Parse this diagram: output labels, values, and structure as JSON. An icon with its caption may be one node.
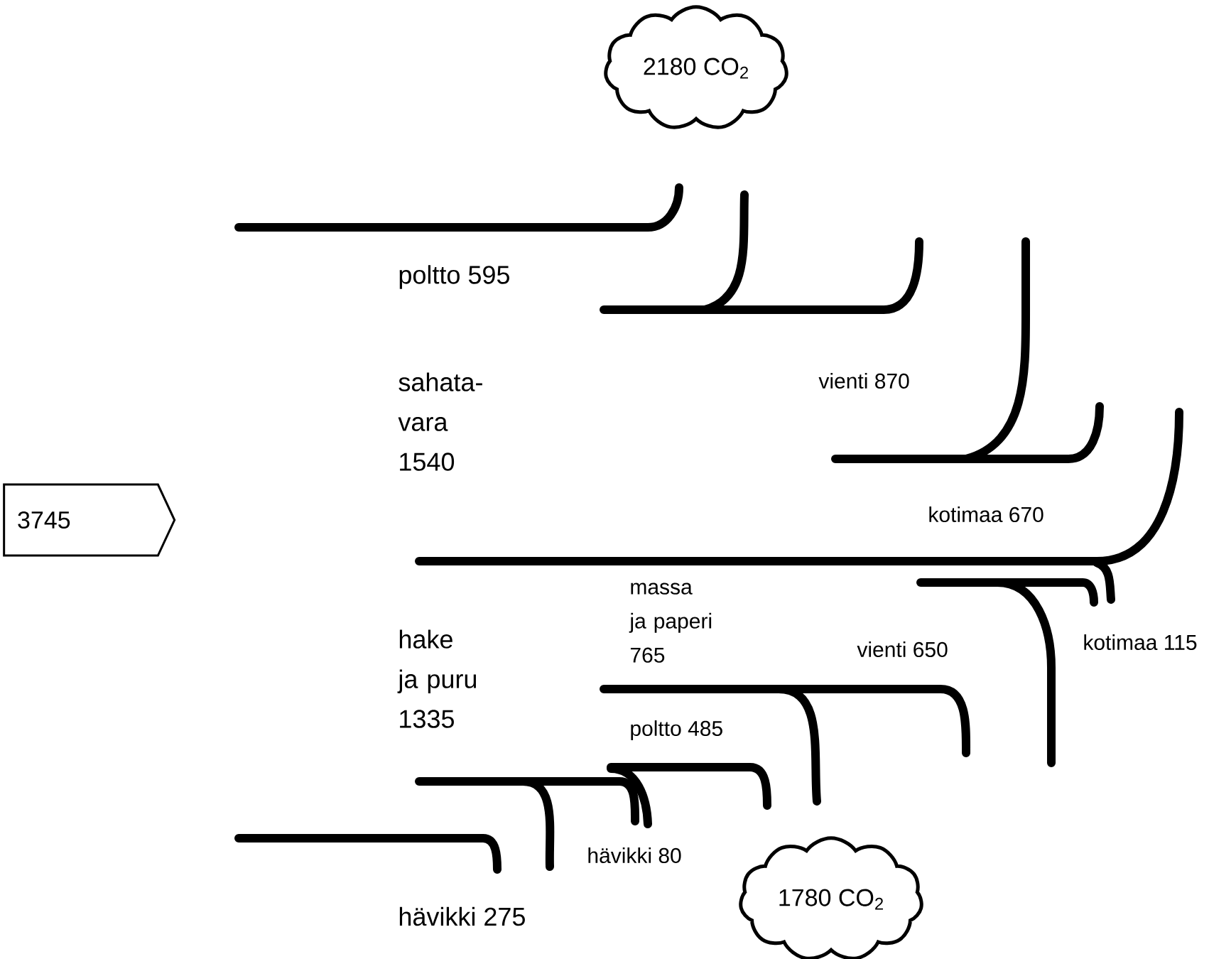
{
  "diagram": {
    "nodes": [
      {
        "text": [
          "2180 CO$_{2}$"
        ]
      },
      {
        "text": [
          "3745"
        ]
      },
      {
        "text": [
          "1780 CO$_{2}$"
        ]
      }
    ],
    "labels": [
      "poltto 595",
      "vienti 870",
      "sahata- vara 1540",
      "kotimaa 670",
      "massa ja paperi 765",
      "hake ja puru 1335",
      "vienti 650",
      "kotimaa 115",
      "poltto 485",
      "hävikki 80",
      "hävikki 275"
    ]
  }
}
